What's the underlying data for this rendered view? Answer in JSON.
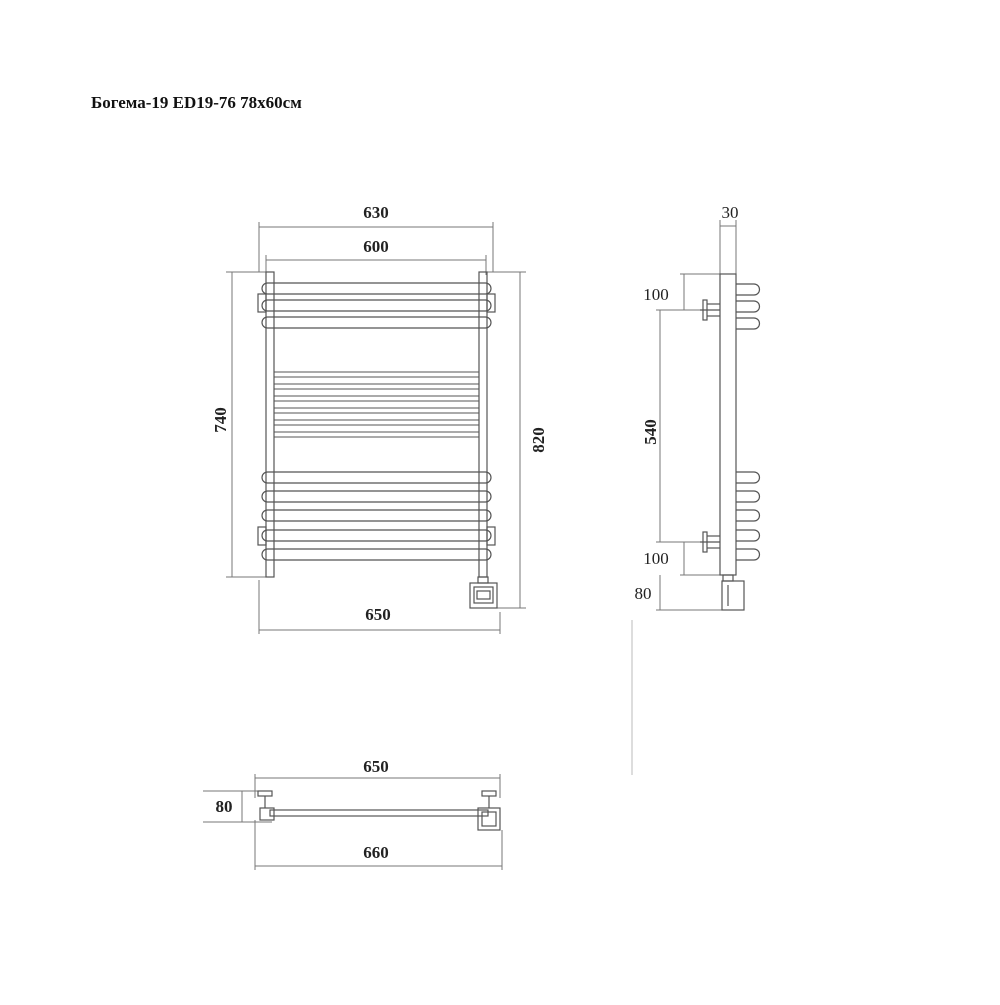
{
  "title": "Богема-19 ED19-76 78x60см",
  "front_view": {
    "width_outer": "630",
    "width_inner": "600",
    "height_left": "740",
    "height_right": "820",
    "width_total": "650"
  },
  "side_view": {
    "depth": "30",
    "top_offset": "100",
    "mount_distance": "540",
    "bottom_offset": "100",
    "heater_depth": "80"
  },
  "top_view": {
    "width_top": "650",
    "depth": "80",
    "width_bottom": "660"
  },
  "colors": {
    "line": "#555555",
    "dim_line": "#777777",
    "text": "#222222"
  }
}
